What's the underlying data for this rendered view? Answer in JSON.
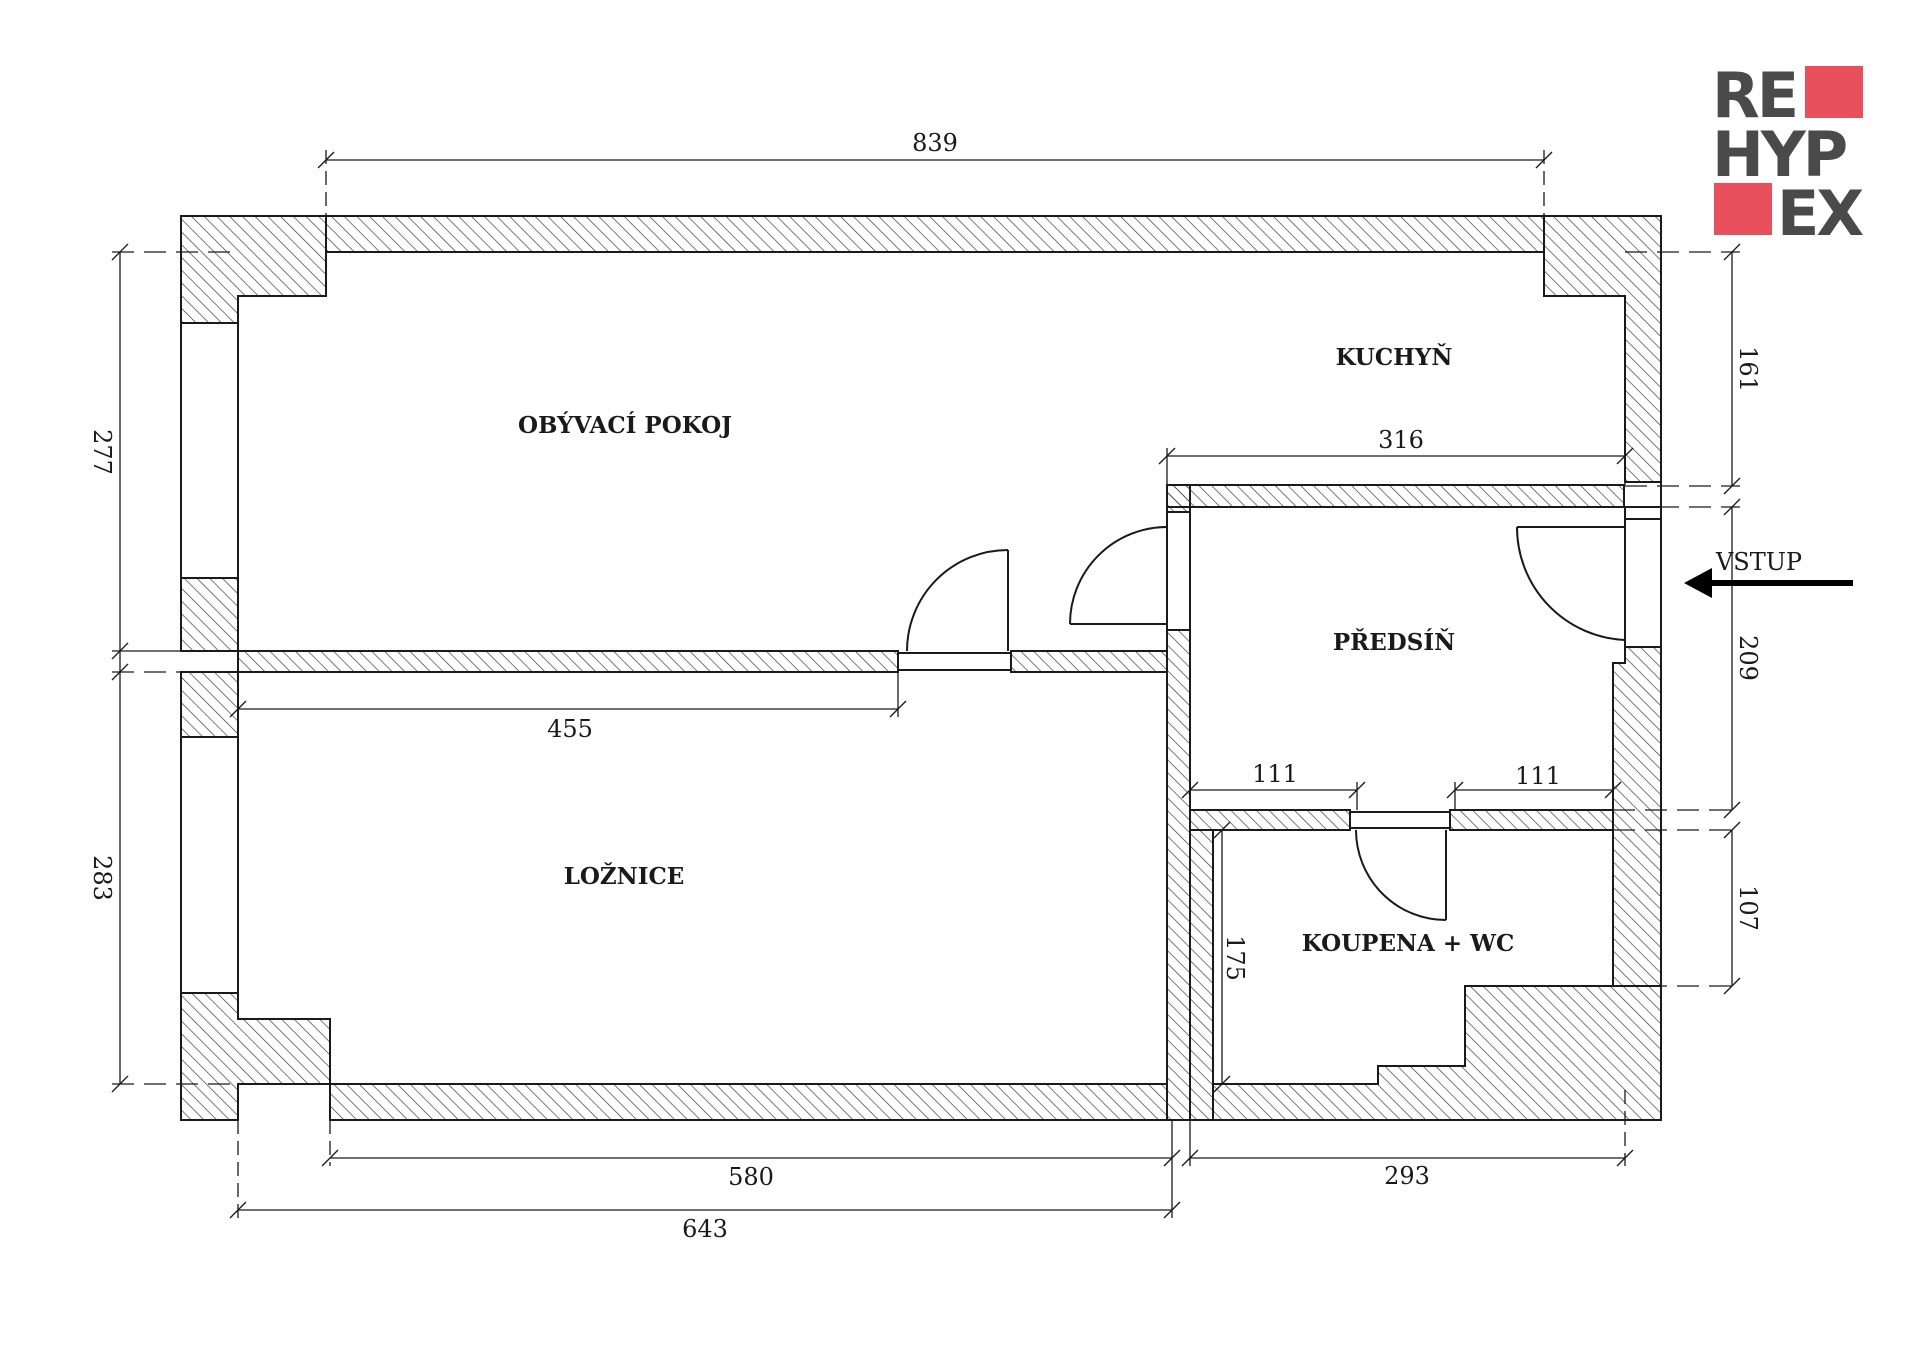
{
  "logo": {
    "line1": "RE",
    "line2": "HYP",
    "line3": "EX",
    "accent_color": "#e8505b",
    "text_color": "#4a4a4a"
  },
  "rooms": {
    "living_room": "OBÝVACÍ POKOJ",
    "kitchen": "KUCHYŇ",
    "hallway": "PŘEDSÍŇ",
    "bedroom": "LOŽNICE",
    "bathroom": "KOUPENA + WC"
  },
  "entrance": {
    "label": "VSTUP"
  },
  "dimensions": {
    "top_width": "839",
    "left_upper": "277",
    "left_lower": "283",
    "right_kitchen": "161",
    "right_hall": "209",
    "right_bath": "107",
    "hall_top": "316",
    "living_door": "455",
    "hall_left": "111",
    "hall_right": "111",
    "bath_height": "175",
    "bottom_bedroom": "580",
    "bottom_full": "643",
    "bottom_bath": "293"
  },
  "colors": {
    "line": "#1a1a1a",
    "hatch": "#333333"
  }
}
